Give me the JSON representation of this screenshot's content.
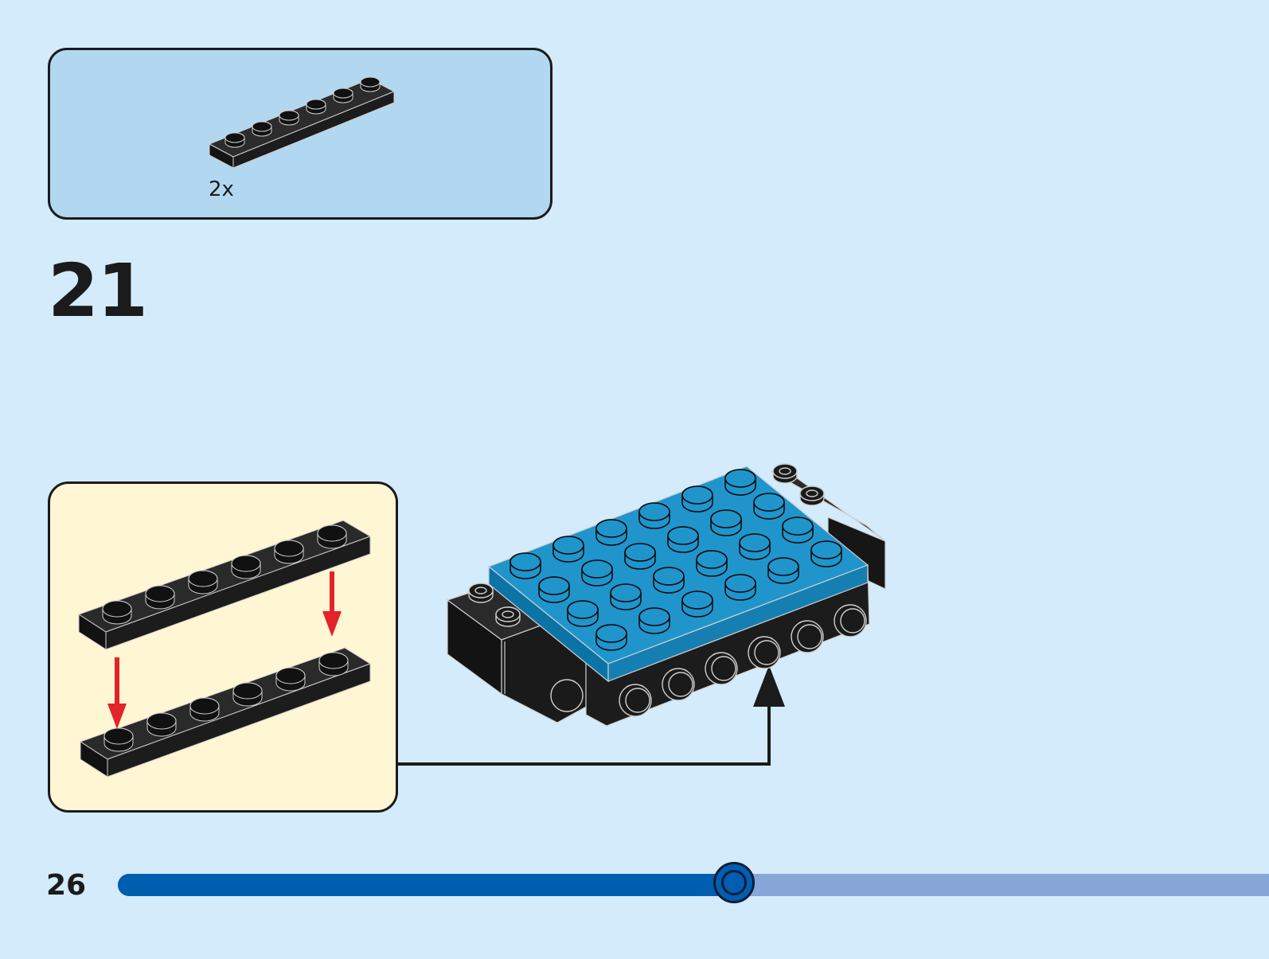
{
  "parts": {
    "quantity": "2x",
    "icon": "black-1x6-plate"
  },
  "step": {
    "number": "21"
  },
  "footer": {
    "page_number": "26"
  },
  "progress": {
    "fraction": 0.53
  },
  "colors": {
    "background": "#d3ebfb",
    "parts_box": "#b1d7f1",
    "callout_box": "#fff6d3",
    "blue_plate": "#1f95cc",
    "black_brick": "#1e1e1e",
    "arrow_red": "#e3232a",
    "progress_fill": "#005eb0",
    "progress_track": "#87a6da"
  }
}
